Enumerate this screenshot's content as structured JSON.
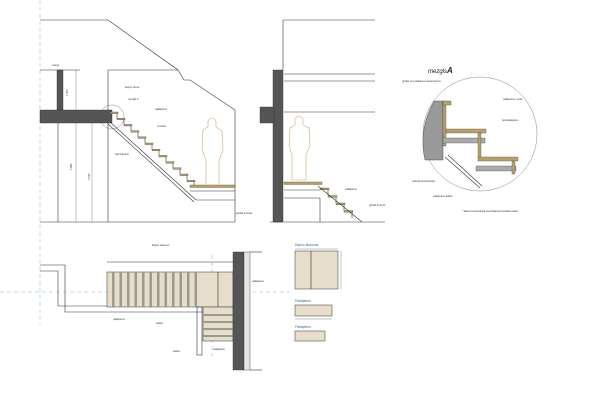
{
  "drawing": {
    "detail_title": "mezgls",
    "detail_letter": "A",
    "dimensions": {
      "upper": "1 000",
      "total": "2 880",
      "lower": "2 520"
    },
    "section_labels": [
      "margs",
      "kāpņu siena",
      "mezgls A",
      "pakāpiens",
      "virsmas",
      "stiprinājums",
      "grīdas līmenis",
      "grīdas līmenis"
    ],
    "detail_labels": [
      "grīdas un pakāpiena savienojums",
      "pakāpiens: ozols",
      "pretpakāpiens",
      "nesošā konstrukcija",
      "pakāpienu balsts"
    ],
    "detail_note": "* kāpņu konstrukcija precizējama būvdarbu laikā",
    "plan_labels": [
      "kāpņu laukums",
      "pakāpiens",
      "balsts",
      "pakāpiens"
    ],
    "panels": {
      "landing_title": "Kāpņu laukums",
      "step1_title": "Pakāpiens",
      "step2_title": "Pakāpiens"
    }
  }
}
